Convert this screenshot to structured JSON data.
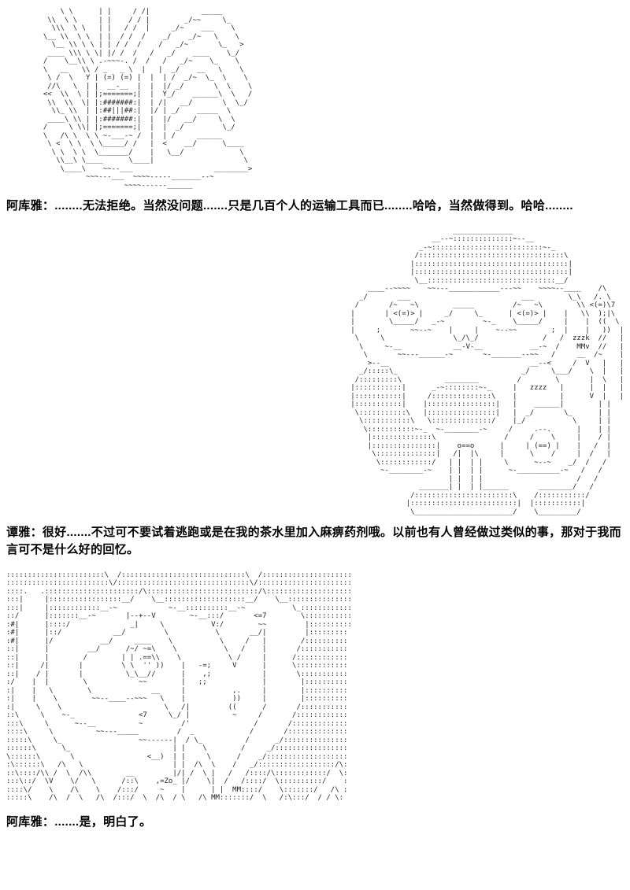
{
  "page": {
    "background": "#ffffff",
    "text_color": "#000000",
    "art_color": "#1c1c1c"
  },
  "dialogues": [
    {
      "speaker": "阿库雅",
      "line": "阿库雅：........无法拒绝。当然没问题.......只是几百个人的运输工具而已........哈哈，当然做得到。哈哈........"
    },
    {
      "speaker": "谭雅",
      "line": "谭雅：很好.......不过可不要试着逃跑或是在我的茶水里加入麻痹药剂哦。以前也有人曾经做过类似的事，那对于我而言可不是什么好的回忆。"
    },
    {
      "speaker": "阿库雅",
      "line": "阿库雅：.......是，明白了。"
    }
  ],
  "ascii_art": {
    "panel1": [
      "      \\ \\      | |     / /|            _____",
      "   \\\\  \\ \\     | |    / / |        _/~~     \\_",
      "    \\\\\\  \\ \\   | |   / /  |     _/~    ___    \\",
      "  \\__ \\\\  \\ \\  | |  / /  /    _/    _/~   \\    \\",
      "    \\__ \\\\ \\ \\ | | / /  /    /   _/~       \\_   >",
      "   ____ \\\\\\ \\ \\| |/ /  /   /   _/    ____    \\_/",
      "  /    \\__\\\\ \\ .-~~~-. /  /   /   _/~    \\_    \\",
      "  \\   __   \\\\ / _   _ \\  |   |  _/    __   \\    \\",
      "   \\ /  \\   Y | (=) (=) |  |  | /  _/~  \\_  \\    \\",
      "   //\\   \\  | |  __-__  |  |  |/ _/       \\  \\    \\",
      "  <<  \\\\  \\ | |;=======;|  |  Y_/    ______\\  \\   /",
      "   \\\\  \\\\  \\| |:#######:|  | /|   __/       \\  \\_/",
      "    \\\\_ \\\\  | |:##|||##:|  |/ | _/    _____  \\",
      "   ____\\ \\\\ | |:#######:|  |  |/   __/     \\  \\",
      "  /     \\ \\\\| |;=======;|  |  |  _/         \\_/",
      "  \\   /\\ \\  \\ \\ ~-___-~ /  |  | /     ______",
      "   \\ <  \\ \\  \\ \\_____/ /   |  <    __/      \\____",
      "    \\ \\  \\ \\  \\_______/    |   \\__/             \\",
      "     \\\\__\\ \\____      \\____|                     \\",
      "      \\____\\    ~~--___                   ________>",
      "            ~~~---___  ~~~~-----_______--~",
      "                     ~~~~------______"
    ],
    "panel2": [
      "                            ______________",
      "                       __--~::::::::::::::~--__",
      "                    _-~::::::::::::::::::::::::::~-_",
      "                   /::::::::::::::::::::::::::::::::::\\",
      "                  |::::::::::::::::::::::::::::::::::::|",
      "                  |::::::::::::::::::::::::::::::::::::|",
      "                   \\__::::::::::::::::::::::::::::::__/",
      "        ____--~~~~    ~~---____________---~~    ~~~~--____    /\\",
      "      _/       ___                          ___        \\_\\   /. \\",
      "     /       /~   ~\\        _____         /~   ~\\        \\\\ <(=)\\7",
      "    |       | <(=)> |     _/     \\_      | <(=)> |    |   \\\\  );|\\",
      "    |        \\_____/   _-~         ~-_    \\_____/     |    |  ((  \\",
      "    |     ;       ~~--~    |     |    ~--~~        ;  |    |   ))  |",
      "     \\     \\                \\_/\\_/               /   /  zzzk  //   |",
      "      \\     ~-__            __-V-__           __-~  /    MMv  //   |",
      "       \\       ~~---______-~       ~-_______--~~   /     __  /~    |",
      "        >--__                                 __--<     /  V   |   |",
      "      _/:::::\\_                             _/     \\___/    \\  |   |",
      "     /:::::::::\\          ________         /        \\       |  \\   |",
      "    |:::::::::::|      _-~::::::::~-_     |   zzzz   |      |  |   |",
      "    |:::::::::::|     /::::::::::::::\\    |          |      V  |   |",
      "    |:::::::::::|    |::::::::::::::::|   |    ______|        | |",
      "     \\:::::::::::\\   |::::::::::::::::|   |  _/       \\_      | |",
      "      \\:::::::::::\\   \\::::::::::::::/    |_/           \\     | |",
      "       \\:::::::::::~-_  ~-________-~     /     .--.      |    | |",
      "        |::::::::::::::\\                /     /    \\     |    / |",
      "        |:::::::::::::::|    o==o      |     | (==) |    |   /  |",
      "         \\::::::::::::::|   /|  |\\     |      \\    /     |  /   |",
      "          \\::::::::::::/   | |  | |     \\      ~--~    _/  /   /",
      "           ~-________-~    | |  | |      ~-__________-~   /   /",
      "                           | |  | |                      /   /",
      "                    _______| |  | |______       ________/   /",
      "                  /:::::::::::::::::::::::\\    /:::::::::::/",
      "                 |:::::::::::::::::::::::::|  |:::::::::::|",
      "                  \\_______________________/    \\_________/"
    ],
    "panel3": [
      ":::::::::::::::::::::::\\  /:::::::::::::::::::::::::::::\\  /:::::::::::::::::::::",
      "::::::::::::::::::::::::\\/:::::::::::::::::::::::::::::::\\/::::::::::::::::::::::",
      "::::.   .::::::::::::::::::::::/\\::::::::::::::::::::::::::/\\::::::::::::::::::::",
      ":::|     |:::::::::::::::::__/    \\__:::::::::::::::::::__/    \\__:::::::::::::::",
      ":::|     |::::::::::::__-~            ~-__::::::::::__-~           \\_::::::::::::",
      "::/      |:::::::__-~       |--+--V        ~-__:::/       <=7        \\:::::::::::",
      ":#|      |::::/              _|     \\           V:/        ~~         |::::::::::",
      ":#|      |::/            __/         \\           \\       __/|         |:::::::::",
      ":#|      |/           __/     ____    \\           \\     /   |        /::::::::::",
      "::|      |         __/      /~/ ~=\\    \\           \\   /    |       /:::::::::::",
      "::|      |        /        | | .==\\\\    \\           \\ /     |      /::::::::::::",
      "::|     /|       |         \\ \\  '' ))    |   -=;     V      |      \\::::::::::::",
      "::|    / |       |          \\_\\__//      |    ,;            |       \\:::::::::::",
      ":/    |  |        \\            ~~        |   ;;             |        |::::::::::",
      ":|    |   \\        \\              __     |           ,.     |        |::::::::::",
      ":|    |    \\        ~~--____--~~~   \\    |           ))     |        |::::::::::",
      ":|     \\    \\                        \\   /|         ((      /       /:::::::::::",
      "::\\     \\    ~-_               <7     \\_/ |          ~     /       /::::::::::::",
      ":::\\     \\      ~--__          ~         /'               /       /:::::::::::::",
      "::::\\     \\          ~~---_____         /  _             /       /::::::::::::::",
      ":::::\\     \\_                  ~~------|  / \\_          /      _/:::::::::::::::",
      "::::::\\      \\_                        | |    \\        /     _/:::::::::::::::::",
      "\\::::::\\       \\                 <__)  | |     \\      /    _/:::::::::::::::::::",
      ":\\::::::\\   /\\   \\                     | |  /\\  \\    /   _/::::::::::::::::::/\\:",
      "::\\::::/\\\\ /  \\  /\\\\        __         |/| /  \\ |   /   /::::/\\::::::::::::/  \\:",
      ":::\\::/  \\V    \\/   \\      /::\\    ,=Zo_ |/    \\|  /   /::::/  \\::::::::::/    :",
      "::::\\/    \\    /\\    \\    /:::/     ~    |      | |  MM::::/    \\:::::::/   /\\ :",
      ":::::\\    /\\  /  \\   /\\  /:::/  \\  /\\  / \\   /\\ MM:::::::/  \\   /:\\:::/  / / \\:"
    ]
  }
}
